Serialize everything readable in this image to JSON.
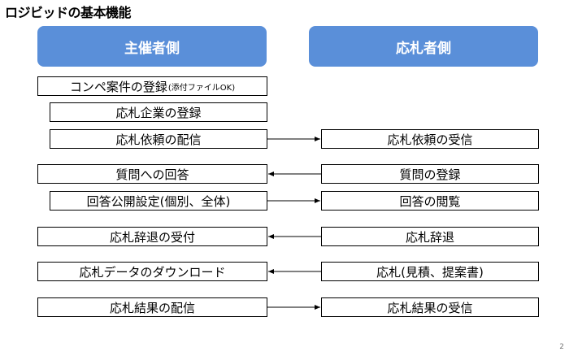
{
  "title": "ロジビッドの基本機能",
  "headers": {
    "organizer": "主催者側",
    "bidder": "応札者側"
  },
  "organizer": {
    "item1_main": "コンペ案件の登録",
    "item1_sub": "(添付ファイルOK)",
    "item2": "応札企業の登録",
    "item3": "応札依頼の配信",
    "item4": "質問への回答",
    "item5": "回答公開設定(個別、全体)",
    "item6": "応札辞退の受付",
    "item7": "応札データのダウンロード",
    "item8": "応札結果の配信"
  },
  "bidder": {
    "item1": "応札依頼の受信",
    "item2": "質問の登録",
    "item3": "回答の閲覧",
    "item4": "応札辞退",
    "item5": "応札(見積、提案書)",
    "item6": "応札結果の受信"
  },
  "page_number": "2",
  "colors": {
    "header_bg": "#5a8fd9",
    "header_text": "#ffffff",
    "box_border": "#000000"
  }
}
